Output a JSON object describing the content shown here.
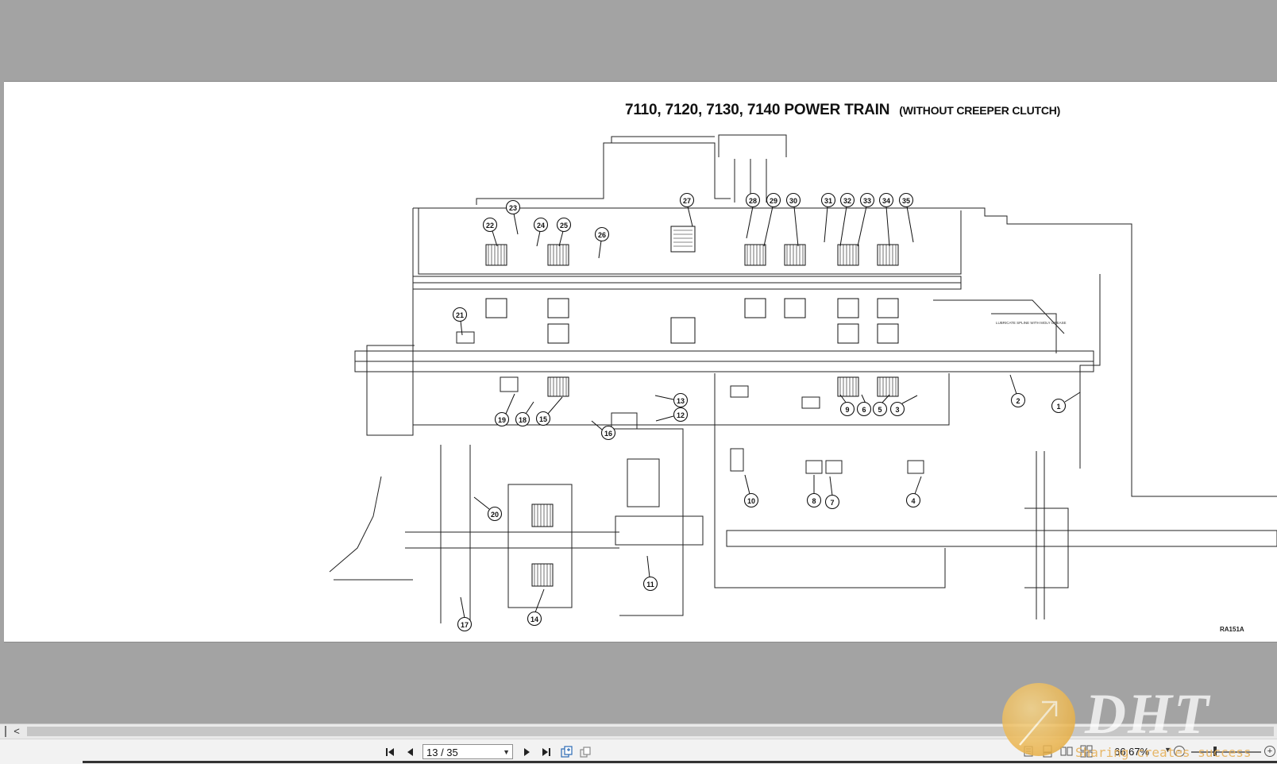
{
  "document": {
    "title": "7110, 7120, 7130, 7140 POWER TRAIN",
    "subtitle": "(WITHOUT CREEPER CLUTCH)",
    "figure_code": "RA151A",
    "note": "LUBRICATE SPLINE WITH MOLY GREASE",
    "callouts": [
      "1",
      "2",
      "3",
      "4",
      "5",
      "6",
      "7",
      "8",
      "9",
      "10",
      "11",
      "12",
      "13",
      "14",
      "15",
      "16",
      "17",
      "18",
      "19",
      "20",
      "21",
      "22",
      "23",
      "24",
      "25",
      "26",
      "27",
      "28",
      "29",
      "30",
      "31",
      "32",
      "33",
      "34",
      "35"
    ]
  },
  "toolbar": {
    "page_indicator": "13 / 35",
    "zoom": "66.67%",
    "scroll_left_label": "<"
  },
  "watermark": {
    "logo": "DHT",
    "tagline": "Sharing creates success"
  },
  "colors": {
    "viewer_background": "#a3a3a3",
    "page_background": "#ffffff",
    "toolbar_background": "#f2f2f2",
    "watermark_gold": "#e9b24a"
  },
  "icons": [
    "first-page-icon",
    "prev-page-icon",
    "next-page-icon",
    "last-page-icon",
    "page-add-icon",
    "page-copy-icon",
    "single-page-view-icon",
    "continuous-view-icon",
    "two-page-view-icon",
    "two-page-continuous-icon",
    "zoom-out-icon",
    "zoom-in-icon"
  ]
}
